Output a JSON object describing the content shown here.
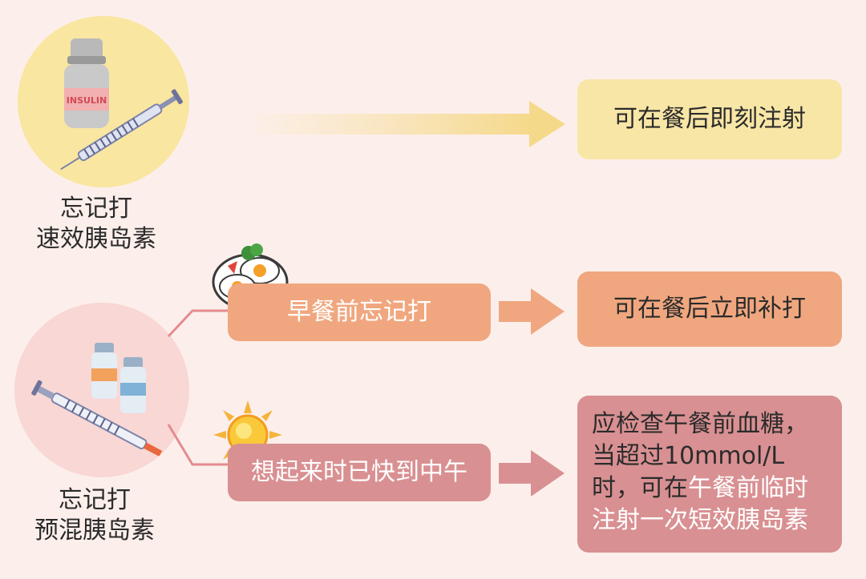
{
  "colors": {
    "background": "#fcefeb",
    "yellow_box": "#f8e6a6",
    "salmon_box": "#f0a77f",
    "pink_box": "#d99092",
    "pink_circle": "#f8d7d5",
    "yellow_circle": "#f9e6a0",
    "connector": "#e58b8d"
  },
  "section1": {
    "label_line1": "忘记打",
    "label_line2": "速效胰岛素",
    "vial_text": "INSULIN",
    "result": "可在餐后即刻注射"
  },
  "section2": {
    "label_line1": "忘记打",
    "label_line2": "预混胰岛素",
    "case1": {
      "condition": "早餐前忘记打",
      "result": "可在餐后立即补打"
    },
    "case2": {
      "condition": "想起来时已快到中午",
      "result_part1": "应检查午餐前血糖，当超过10mmol/L时，可在",
      "result_highlight": "午餐前临时注射一次短效胰岛素"
    }
  },
  "icons": [
    "insulin-vial-icon",
    "syringe-icon",
    "breakfast-plate-icon",
    "sun-icon",
    "premix-vials-icon"
  ]
}
